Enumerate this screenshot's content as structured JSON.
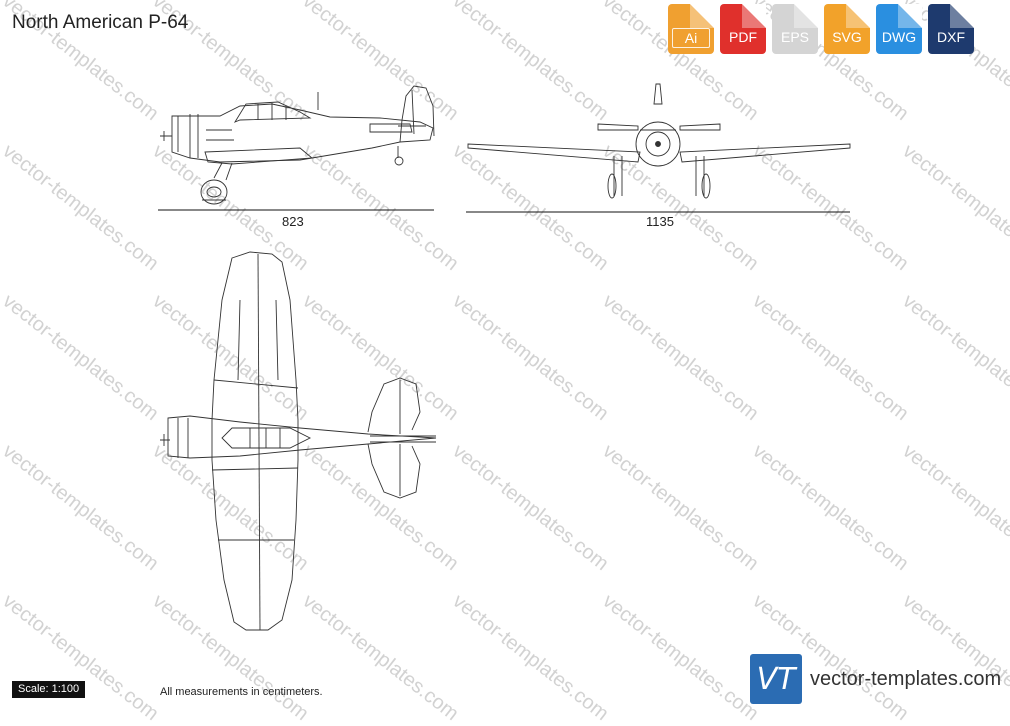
{
  "title": "North American P-64",
  "watermark_text": "vector-templates.com",
  "formats": [
    {
      "label": "Ai",
      "color": "#f0a030",
      "icon": "ai-file-icon",
      "bordered": true
    },
    {
      "label": "PDF",
      "color": "#e0302c",
      "icon": "pdf-file-icon",
      "bordered": false
    },
    {
      "label": "EPS",
      "color": "#d4d4d4",
      "icon": "eps-file-icon",
      "bordered": false
    },
    {
      "label": "SVG",
      "color": "#f2a22a",
      "icon": "svg-file-icon",
      "bordered": false
    },
    {
      "label": "DWG",
      "color": "#2a8fe0",
      "icon": "dwg-file-icon",
      "bordered": false
    },
    {
      "label": "DXF",
      "color": "#1e3a6e",
      "icon": "dxf-file-icon",
      "bordered": false
    }
  ],
  "dimensions": {
    "side_length": "823",
    "front_span": "1135"
  },
  "scale": "Scale: 1:100",
  "note": "All measurements in centimeters.",
  "brand": {
    "logo": "VT",
    "text": "vector-templates.com",
    "logo_color": "#2b6cb3"
  }
}
